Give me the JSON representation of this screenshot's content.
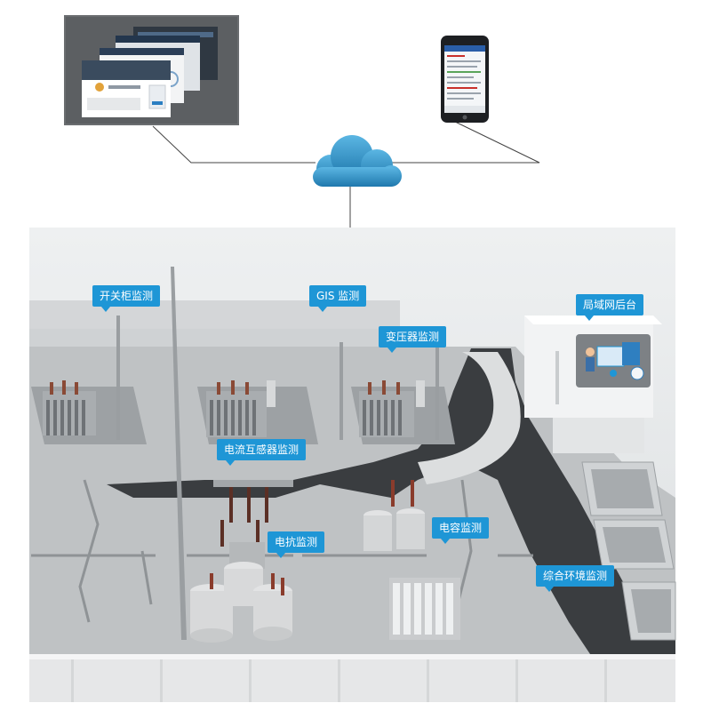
{
  "labels": {
    "switchgear": "开关柜监测",
    "gis": "GIS 监测",
    "transformer": "变压器监测",
    "wan_backend": "局域网后台",
    "current_transformer": "电流互感器监测",
    "reactor": "电抗监测",
    "capacitor": "电容监测",
    "environment": "综合环境监测"
  },
  "colors": {
    "callout": "#1e96d6",
    "cloud": "#2f8fc4",
    "ground": "#bfc2c4",
    "road": "#3a3d40",
    "wall": "#e6e7e8"
  },
  "icons": {
    "cloud": "cloud-icon",
    "desktop": "desktop-screens-icon",
    "phone": "smartphone-icon",
    "backend": "analytics-person-icon"
  }
}
